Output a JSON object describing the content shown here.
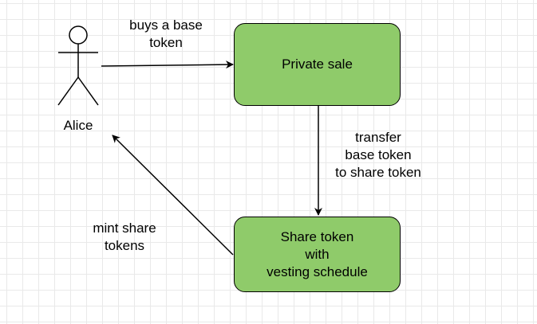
{
  "diagram": {
    "colors": {
      "node_fill": "#8fcb6a",
      "stroke": "#000000",
      "grid": "#e9e9e9",
      "background": "#ffffff"
    },
    "actor": {
      "label": "Alice",
      "icon": "stick-figure-icon"
    },
    "nodes": {
      "private_sale": {
        "lines": [
          "Private sale"
        ]
      },
      "share_token": {
        "lines": [
          "Share token",
          "with",
          "vesting schedule"
        ]
      }
    },
    "edges": {
      "buy": {
        "lines": [
          "buys a base",
          "token"
        ]
      },
      "transfer": {
        "lines": [
          "transfer",
          "base token",
          "to share token"
        ]
      },
      "mint": {
        "lines": [
          "mint share",
          "tokens"
        ]
      }
    }
  }
}
